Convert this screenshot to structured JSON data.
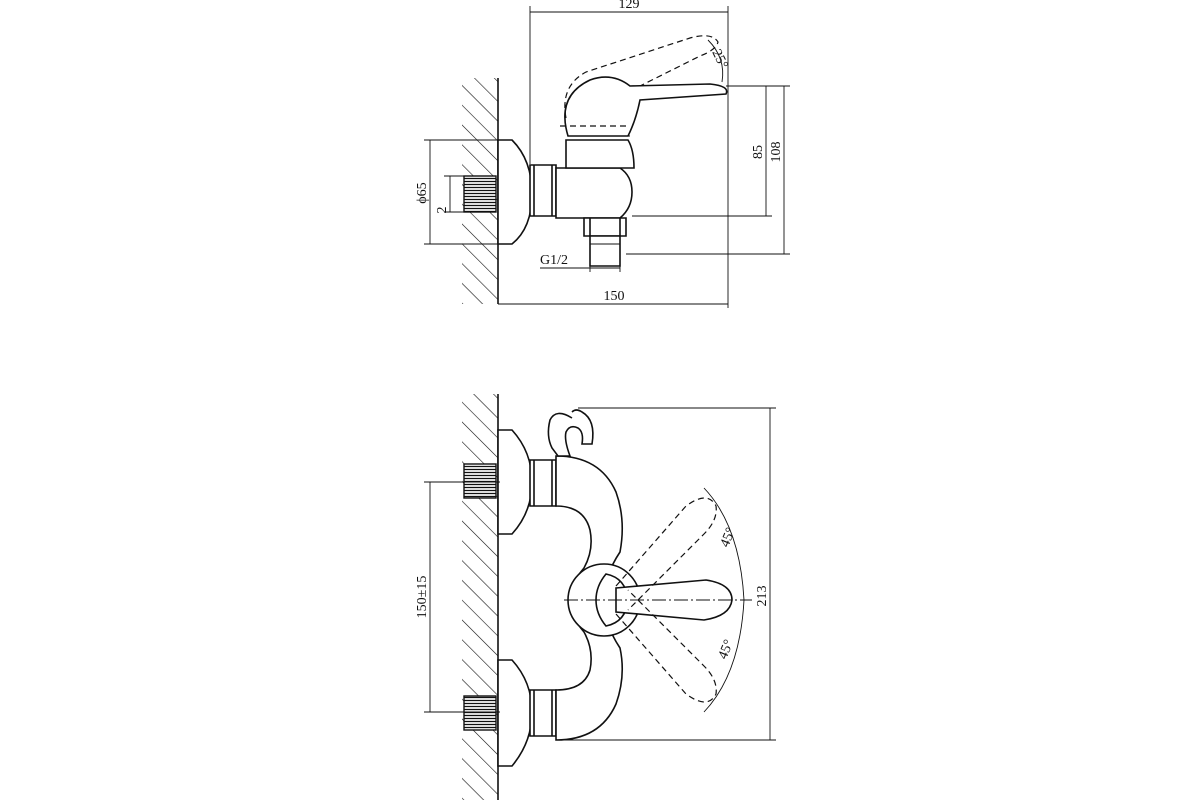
{
  "side_view": {
    "dimensions": {
      "width_top": "129",
      "angle_top": "25°",
      "height_a": "85",
      "height_b": "108",
      "diameter": "ϕ65",
      "offset": "2",
      "thread": "G1/2",
      "width_bottom": "150"
    }
  },
  "front_view": {
    "dimensions": {
      "centers": "150±15",
      "angle_upper": "45°",
      "angle_lower": "45°",
      "height": "213"
    }
  }
}
